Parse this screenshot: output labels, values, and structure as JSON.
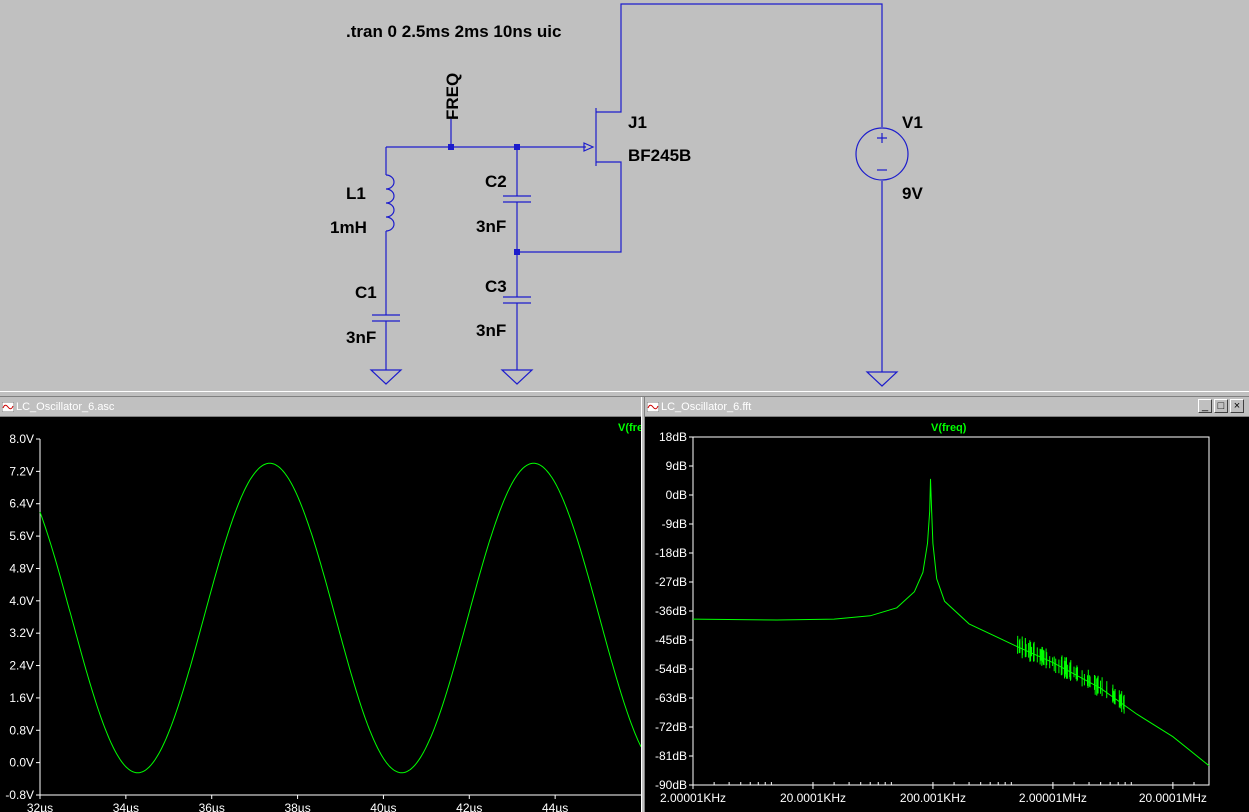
{
  "schematic": {
    "directive": ".tran 0 2.5ms 2ms 10ns uic",
    "net_label": "FREQ",
    "components": [
      {
        "ref": "L1",
        "value": "1mH"
      },
      {
        "ref": "C1",
        "value": "3nF"
      },
      {
        "ref": "C2",
        "value": "3nF"
      },
      {
        "ref": "C3",
        "value": "3nF"
      },
      {
        "ref": "J1",
        "value": "BF245B"
      },
      {
        "ref": "V1",
        "value": "9V"
      }
    ],
    "wire_color": "#1c1ccc"
  },
  "windows": [
    {
      "title": "LC_Oscillator_6.asc"
    },
    {
      "title": "LC_Oscillator_6.fft",
      "controls": [
        "_",
        "□",
        "×"
      ]
    }
  ],
  "chart_data": [
    {
      "type": "line",
      "title": "",
      "series": [
        {
          "name": "V(freq)",
          "color": "#00ff00"
        }
      ],
      "x_ticks": [
        "32µs",
        "34µs",
        "36µs",
        "38µs",
        "40µs",
        "42µs",
        "44µs"
      ],
      "y_ticks": [
        "8.0V",
        "7.2V",
        "6.4V",
        "5.6V",
        "4.8V",
        "4.0V",
        "3.2V",
        "2.4V",
        "1.6V",
        "0.8V",
        "0.0V",
        "-0.8V"
      ],
      "xlim": [
        32,
        46
      ],
      "ylim": [
        -0.8,
        8.0
      ],
      "x_unit": "µs",
      "wave": {
        "max": 7.4,
        "min": -0.25,
        "period_us": 6.15,
        "peak_us": 37.35
      }
    },
    {
      "type": "line",
      "title": "",
      "series": [
        {
          "name": "V(freq)",
          "color": "#00ff00"
        }
      ],
      "x_scale": "log",
      "x_ticks": [
        "2.00001KHz",
        "20.0001KHz",
        "200.001KHz",
        "2.00001MHz",
        "20.0001MHz"
      ],
      "y_ticks": [
        "18dB",
        "9dB",
        "0dB",
        "-9dB",
        "-18dB",
        "-27dB",
        "-36dB",
        "-45dB",
        "-54dB",
        "-63dB",
        "-72dB",
        "-81dB",
        "-90dB"
      ],
      "xlim_hz": [
        2000,
        40000000
      ],
      "ylim": [
        -90,
        18
      ],
      "points": [
        [
          2000,
          -38.5
        ],
        [
          10000,
          -38.8
        ],
        [
          30000,
          -38.5
        ],
        [
          60000,
          -37.5
        ],
        [
          100000,
          -35
        ],
        [
          140000,
          -30
        ],
        [
          165000,
          -24
        ],
        [
          180000,
          -15
        ],
        [
          188000,
          -5
        ],
        [
          191000,
          5
        ],
        [
          194000,
          -3
        ],
        [
          200000,
          -15
        ],
        [
          215000,
          -26
        ],
        [
          250000,
          -33
        ],
        [
          400000,
          -40
        ],
        [
          1000000,
          -47
        ],
        [
          2000000,
          -52
        ],
        [
          5000000,
          -60
        ],
        [
          10000000,
          -68
        ],
        [
          20000000,
          -75
        ],
        [
          40000000,
          -84
        ]
      ]
    }
  ]
}
